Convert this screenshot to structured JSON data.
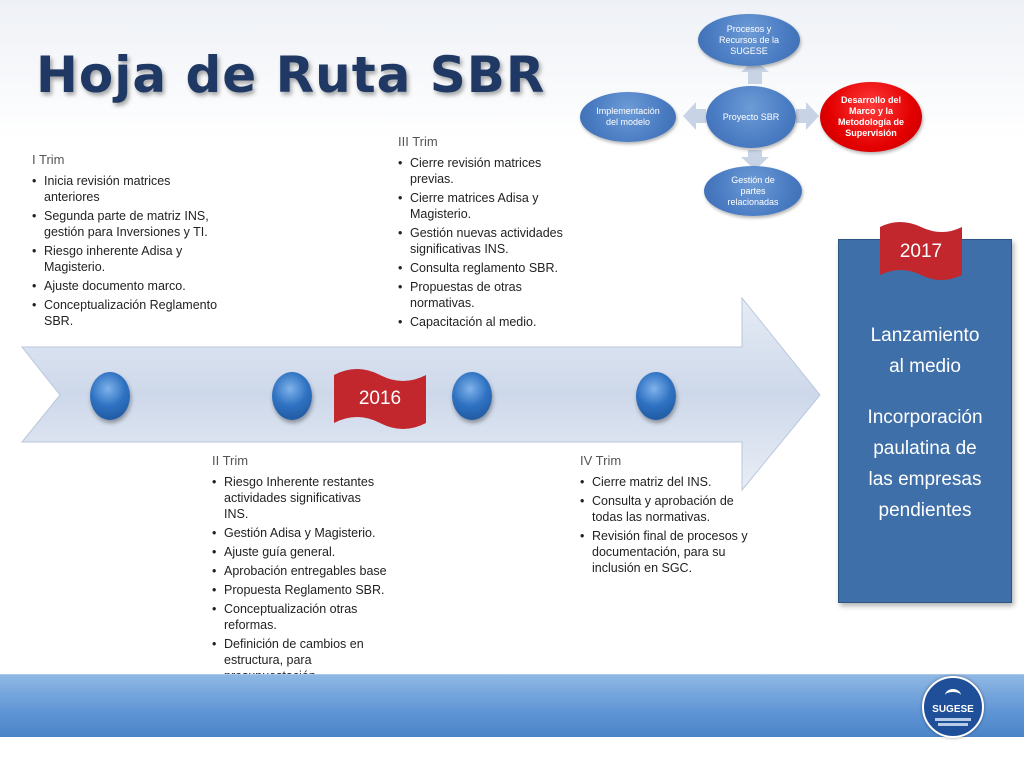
{
  "title": "Hoja de Ruta SBR",
  "timeline": {
    "year_2016": "2016",
    "year_2017": "2017"
  },
  "quarters": {
    "q1": {
      "heading": "I Trim",
      "items": [
        "Inicia revisión matrices anteriores",
        "Segunda parte de matriz INS, gestión para Inversiones y TI.",
        "Riesgo inherente Adisa y Magisterio.",
        "Ajuste documento marco.",
        "Conceptualización Reglamento SBR."
      ]
    },
    "q2": {
      "heading": "II Trim",
      "items": [
        "Riesgo Inherente restantes actividades significativas INS.",
        "Gestión Adisa y Magisterio.",
        "Ajuste guía general.",
        "Aprobación entregables base",
        "Propuesta Reglamento SBR.",
        "Conceptualización otras reformas.",
        "Definición de cambios en estructura, para presupuestación."
      ]
    },
    "q3": {
      "heading": "III Trim",
      "items": [
        "Cierre revisión matrices previas.",
        "Cierre matrices Adisa y Magisterio.",
        "Gestión nuevas actividades significativas INS.",
        "Consulta reglamento SBR.",
        "Propuestas de otras normativas.",
        "Capacitación al medio."
      ]
    },
    "q4": {
      "heading": "IV Trim",
      "items": [
        "Cierre matriz del INS.",
        "Consulta y aprobación de todas las normativas.",
        "Revisión final de procesos y documentación, para su inclusión en SGC."
      ]
    }
  },
  "panel_2017": {
    "line1": "Lanzamiento al medio",
    "line2": "Incorporación paulatina de las empresas pendientes"
  },
  "cycle": {
    "center": "Proyecto SBR",
    "top": "Procesos y Recursos de la SUGESE",
    "right": "Desarrollo del Marco y la Metodología de Supervisión",
    "bottom": "Gestión de partes relacionadas",
    "left": "Implementación del modelo"
  },
  "logo": {
    "text": "SUGESE"
  },
  "colors": {
    "title": "#1f3864",
    "arrow": "#d4deee",
    "node": "#2f72c2",
    "flag_red": "#c1272d",
    "panel": "#3f6fa8",
    "bubble_blue": "#4a7cc3",
    "bubble_red": "#e30000",
    "footer": "#5f95d5"
  }
}
